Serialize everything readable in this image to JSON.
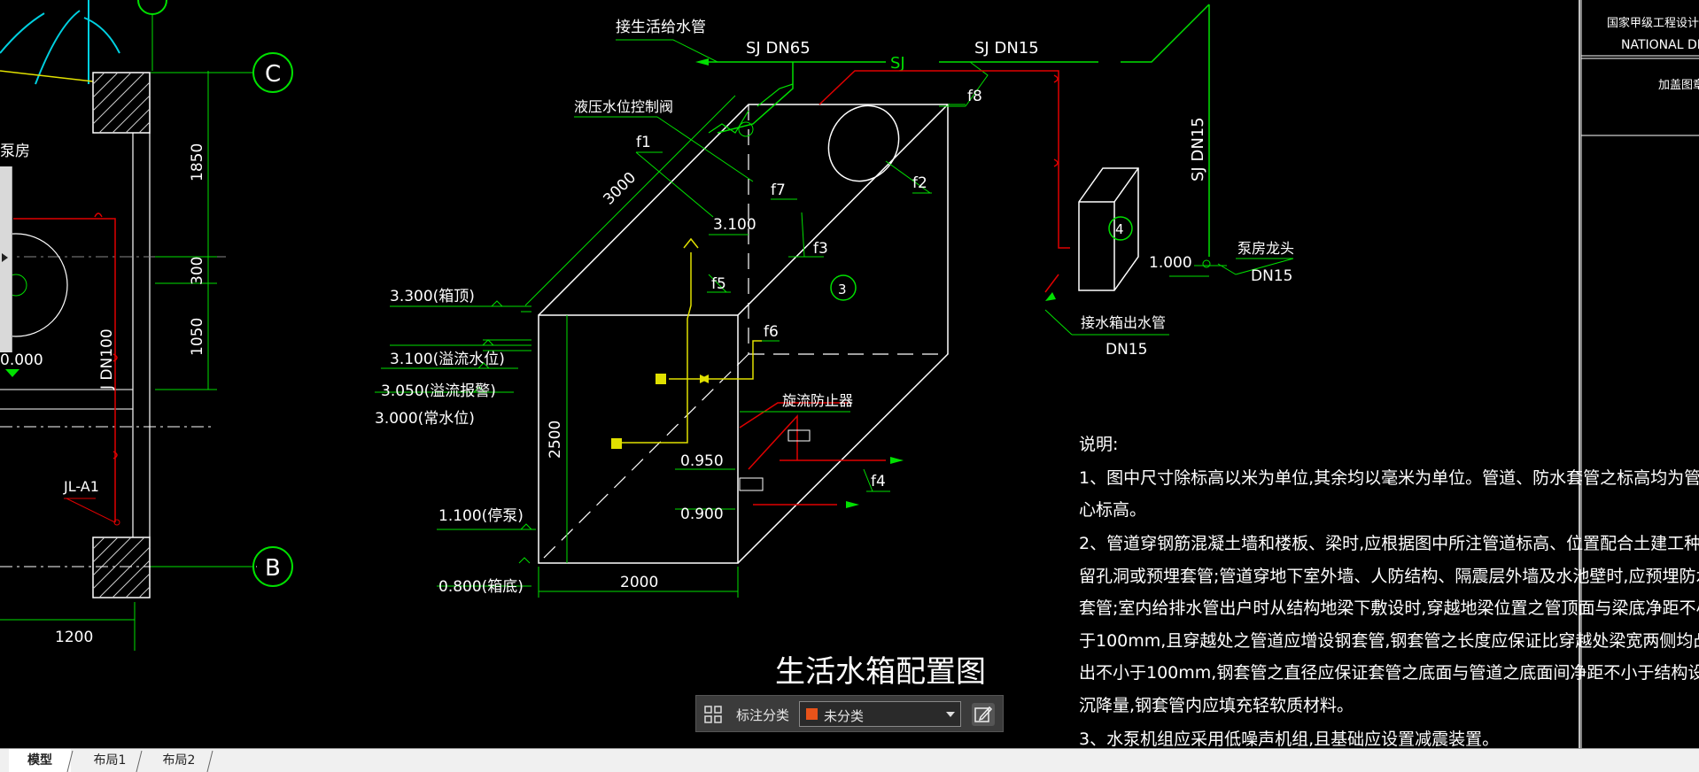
{
  "drawing": {
    "title": "生活水箱配置图",
    "labels": {
      "supply_pipe": "接生活给水管",
      "sj_dn65": "SJ DN65",
      "sj": "SJ",
      "sj_dn15": "SJ DN15",
      "sj_dn15_vertical": "SJ DN15",
      "hydraulic_valve": "液压水位控制阀",
      "f1": "f1",
      "f2": "f2",
      "f3": "f3",
      "f4": "f4",
      "f5": "f5",
      "f6": "f6",
      "f7": "f7",
      "f8": "f8",
      "dim_3000": "3000",
      "dim_2500": "2500",
      "dim_2000": "2000",
      "el_3100_top": "3.100",
      "el_3300": "3.300(箱顶)",
      "el_3100": "3.100(溢流水位)",
      "el_3050": "3.050(溢流报警)",
      "el_3000": "3.000(常水位)",
      "el_1100": "1.100(停泵)",
      "el_0800": "0.800(箱底)",
      "el_0950": "0.950",
      "el_0900": "0.900",
      "el_1000": "1.000",
      "vortex": "旋流防止器",
      "pump_tap": "泵房龙头",
      "dn15_a": "DN15",
      "outlet": "接水箱出水管",
      "dn15_b": "DN15",
      "circle_3": "3",
      "circle_4": "4",
      "pump_room": "泵房",
      "j_dn100": "J DN100",
      "jl_a1": "JL-A1",
      "el_0000": "0.000",
      "dim_1850": "1850",
      "dim_300": "300",
      "dim_1050": "1050",
      "dim_1200": "1200",
      "axis_c": "C",
      "axis_b": "B"
    },
    "notes": [
      "说明:",
      "1、图中尺寸除标高以米为单位,其余均以毫米为单位。管道、防水套管之标高均为管中",
      "心标高。",
      "2、管道穿钢筋混凝土墙和楼板、梁时,应根据图中所注管道标高、位置配合土建工种预",
      "留孔洞或预埋套管;管道穿地下室外墙、人防结构、隔震层外墙及水池壁时,应预埋防水",
      "套管;室内给排水管出户时从结构地梁下敷设时,穿越地梁位置之管顶面与梁底净距不小",
      "于100mm,且穿越处之管道应增设钢套管,钢套管之长度应保证比穿越处梁宽两侧均凸",
      "出不小于100mm,钢套管之直径应保证套管之底面与管道之底面间净距不小于结构设计",
      "沉降量,钢套管内应填充轻软质材料。",
      "3、水泵机组应采用低噪声机组,且基础应设置减震装置。"
    ],
    "title_block": {
      "line1": "国家甲级工程设计证书编",
      "line2": "NATIONAL DES",
      "line3": "加盖图章处"
    }
  },
  "toolbar": {
    "label": "标注分类",
    "selected": "未分类"
  },
  "tabs": [
    "模型",
    "布局1",
    "布局2"
  ],
  "colors": {
    "green": "#00e000",
    "red": "#e00000",
    "yellow": "#e0e000",
    "white": "#ffffff",
    "cyan": "#00d0e0"
  }
}
